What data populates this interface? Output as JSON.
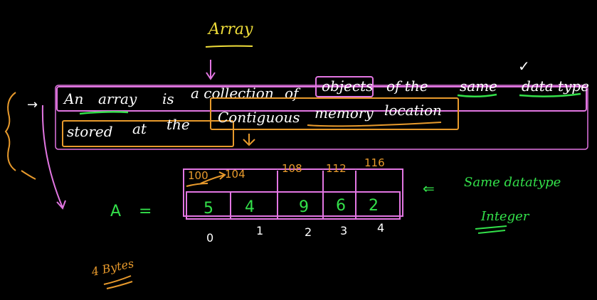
{
  "heading": "Array",
  "definition": {
    "line1_words": [
      "An",
      "array",
      "is",
      "a collection",
      "of",
      "objects",
      "of the",
      "same",
      "data type"
    ],
    "line2_words": [
      "stored",
      "at",
      "the",
      "Contiguous",
      "memory",
      "location"
    ]
  },
  "array_example": {
    "name": "A",
    "equals": "=",
    "values": [
      "5",
      "4",
      "9",
      "6",
      "2"
    ],
    "indices": [
      "0",
      "1",
      "2",
      "3",
      "4"
    ],
    "addresses": [
      "100",
      "104",
      "108",
      "112",
      "116"
    ]
  },
  "notes": {
    "arrow_symbol": "⇐",
    "same_datatype": "Same datatype",
    "integer": "Integer",
    "bytes": "4 Bytes",
    "check_mark": "✓"
  },
  "colors": {
    "background": "#000000",
    "ink_white": "#ffffff",
    "ink_pink": "#e276e2",
    "ink_orange": "#e89a2c",
    "ink_yellow": "#f0de3a",
    "ink_green": "#33e04a"
  }
}
